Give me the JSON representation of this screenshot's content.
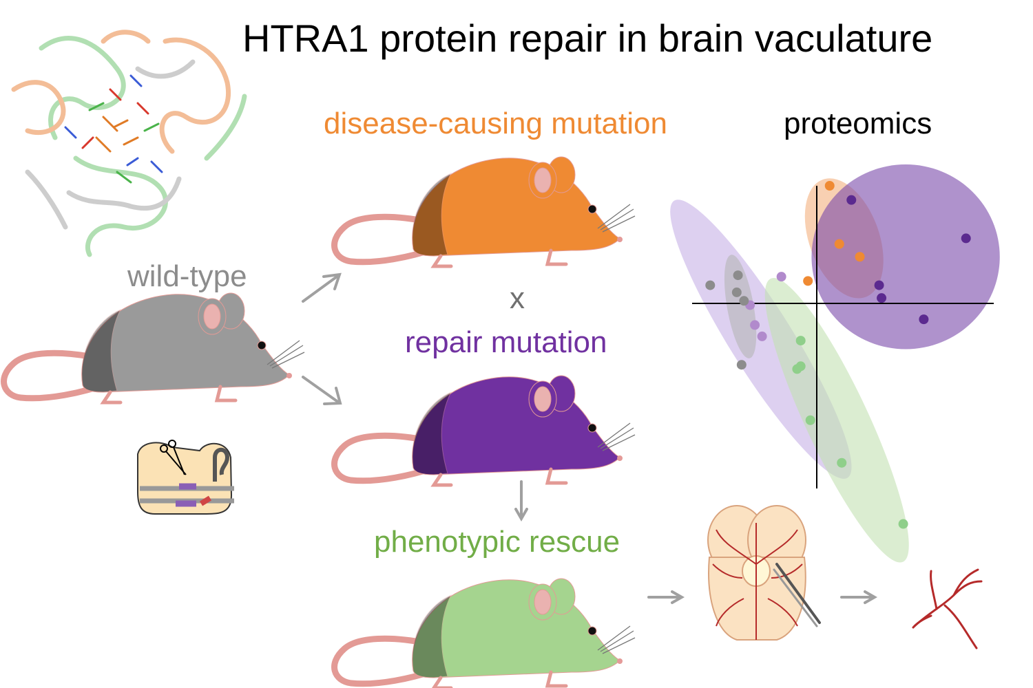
{
  "title": "HTRA1 protein repair in brain vaculature",
  "labels": {
    "proteomics": "proteomics",
    "wild_type": "wild-type",
    "disease": "disease-causing mutation",
    "cross": "x",
    "repair": "repair mutation",
    "rescue": "phenotypic rescue"
  },
  "colors": {
    "wild_type": "#9a9a9a",
    "disease": "#ef8a33",
    "repair": "#7031a0",
    "rescue": "#a5d48f",
    "arrow": "#a0a0a0",
    "tail": "#e39a95"
  },
  "chart_data": {
    "type": "scatter",
    "groups": [
      {
        "color": "#ef8a33",
        "points": [
          [
            1.4,
            9.0
          ],
          [
            2.2,
            4.9
          ],
          [
            3.9,
            4.0
          ],
          [
            -0.4,
            2.3
          ]
        ]
      },
      {
        "color": "#5b2a8f",
        "points": [
          [
            3.2,
            8.0
          ],
          [
            12.7,
            5.3
          ],
          [
            5.5,
            2.0
          ],
          [
            5.7,
            1.1
          ],
          [
            9.2,
            -0.4
          ]
        ]
      },
      {
        "color": "#b18acc",
        "points": [
          [
            -2.6,
            2.6
          ],
          [
            -5.2,
            0.6
          ],
          [
            -4.8,
            -0.8
          ],
          [
            -4.2,
            -1.6
          ]
        ]
      },
      {
        "color": "#8c8c8c",
        "points": [
          [
            -8.5,
            2.0
          ],
          [
            -6.2,
            2.7
          ],
          [
            -6.3,
            1.5
          ],
          [
            -5.7,
            0.9
          ],
          [
            -5.9,
            -3.6
          ]
        ]
      },
      {
        "color": "#8fcf8a",
        "points": [
          [
            -1.0,
            -1.9
          ],
          [
            -1.3,
            -3.9
          ],
          [
            -1.0,
            -3.7
          ],
          [
            -0.2,
            -7.5
          ],
          [
            2.4,
            -10.5
          ],
          [
            7.5,
            -14.8
          ]
        ]
      }
    ],
    "ellipses": [
      {
        "color": "#f3b07e",
        "cx": 2.6,
        "cy": 5.3,
        "rx": 2.9,
        "ry": 4.4,
        "angle": -20
      },
      {
        "color": "#7a4aaa",
        "cx": 7.7,
        "cy": 4.0,
        "rx": 7.8,
        "ry": 6.5,
        "angle": 0
      },
      {
        "color": "#c6b1e6",
        "cx": -4.3,
        "cy": -1.8,
        "rx": 2.6,
        "ry": 11.5,
        "angle": -32
      },
      {
        "color": "#c3e1b2",
        "cx": 2.0,
        "cy": -7.5,
        "rx": 2.6,
        "ry": 11.0,
        "angle": -25
      },
      {
        "color": "#b5b5b5",
        "cx": -6.0,
        "cy": 0.5,
        "rx": 1.1,
        "ry": 3.7,
        "angle": -10
      }
    ],
    "xlim": [
      -10,
      15
    ],
    "ylim": [
      -14,
      9
    ]
  }
}
